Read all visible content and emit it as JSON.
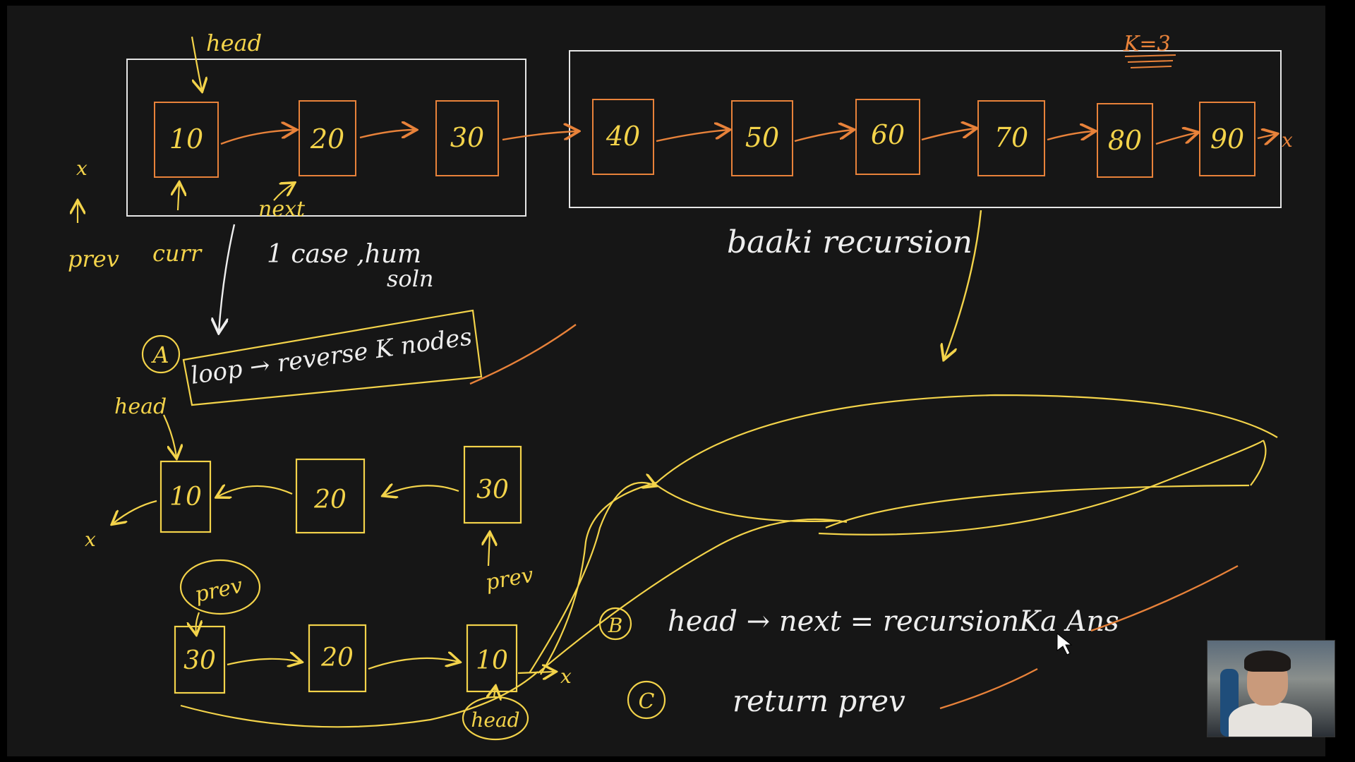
{
  "canvas": {
    "bg": "#161616",
    "frame_bg": "#000000"
  },
  "colors": {
    "yellow": "#f3d34a",
    "orange": "#e8823a",
    "white": "#eeeeee"
  },
  "labels": {
    "k_label": "K=3",
    "head_top": "head",
    "next_top": "next",
    "curr": "curr",
    "prev_left": "prev",
    "x_left": "x",
    "one_case": "1 case ,hum",
    "soln": "soln",
    "baaki_recursion": "baaki recursion",
    "marker_a": "A",
    "loop_text": "loop → reverse K nodes",
    "head_mid": "head",
    "x_mid": "x",
    "prev_right": "prev",
    "prev_circled": "prev",
    "head_bottom": "head",
    "x_bottom": "x",
    "marker_b": "B",
    "step_b": "head → next = recursionKa Ans",
    "marker_c": "C",
    "step_c": "return prev",
    "x_end": "x"
  },
  "top_list": [
    "10",
    "20",
    "30",
    "40",
    "50",
    "60",
    "70",
    "80",
    "90"
  ],
  "mid_list": [
    "10",
    "20",
    "30"
  ],
  "bottom_list": [
    "30",
    "20",
    "10"
  ],
  "webcam": "presenter-webcam"
}
